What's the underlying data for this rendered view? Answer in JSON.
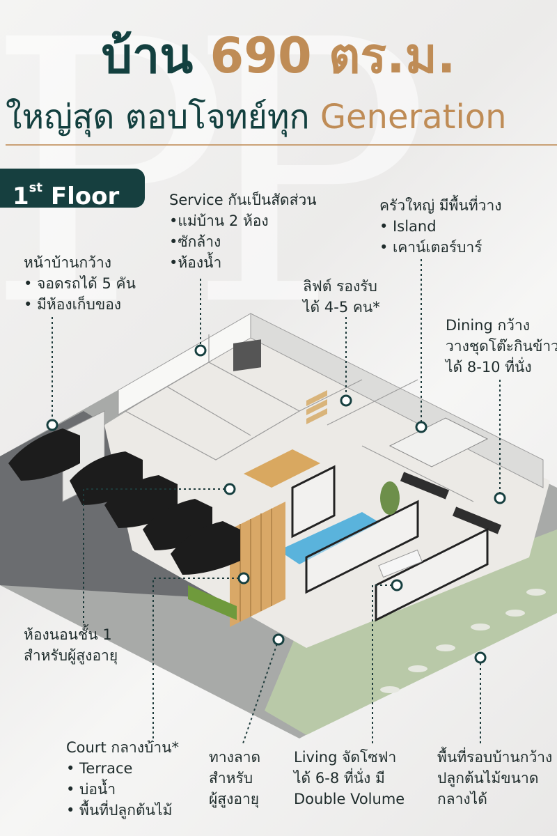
{
  "header": {
    "title_word": "บ้าน",
    "title_size": "690 ตร.ม.",
    "subtitle_thai": "ใหญ่สุด ตอบโจทย์ทุก",
    "subtitle_en": "Generation"
  },
  "floor_badge": {
    "prefix": "1",
    "sup": "st",
    "suffix": "Floor"
  },
  "callouts": {
    "front": {
      "l1": "หน้าบ้านกว้าง",
      "l2": "• จอดรถได้ 5 คัน",
      "l3": "• มีห้องเก็บของ"
    },
    "service": {
      "l1": "Service กันเป็นสัดส่วน",
      "l2": "•แม่บ้าน 2 ห้อง",
      "l3": "•ซักล้าง",
      "l4": "•ห้องน้ำ"
    },
    "kitchen": {
      "l1": "ครัวใหญ่ มีพื้นที่วาง",
      "l2": "• Island",
      "l3": "• เคาน์เตอร์บาร์"
    },
    "lift": {
      "l1": "ลิฟต์ รองรับ",
      "l2": "ได้ 4-5 คน*"
    },
    "dining": {
      "l1": "Dining กว้าง",
      "l2": "วางชุดโต๊ะกินข้าว",
      "l3": "ได้ 8-10 ที่นั่ง"
    },
    "bedroom": {
      "l1": "ห้องนอนชั้น 1",
      "l2": "สำหรับผู้สูงอายุ"
    },
    "court": {
      "l1": "Court กลางบ้าน*",
      "l2": "• Terrace",
      "l3": "• บ่อน้ำ",
      "l4": "• พื้นที่ปลูกต้นไม้"
    },
    "ramp": {
      "l1": "ทางลาด",
      "l2": "สำหรับ",
      "l3": "ผู้สูงอายุ"
    },
    "living": {
      "l1": "Living จัดโซฟา",
      "l2": "ได้ 6-8 ที่นั่ง มี",
      "l3": "Double Volume"
    },
    "garden": {
      "l1": "พื้นที่รอบบ้านกว้าง",
      "l2": "ปลูกต้นไม้ขนาด",
      "l3": "กลางได้"
    }
  },
  "colors": {
    "brand_green": "#163f3f",
    "accent_gold": "#bf8c56",
    "pool_blue": "#5ab3dc",
    "lawn_green": "#b9c9a8",
    "paving": "#6b6d70"
  }
}
